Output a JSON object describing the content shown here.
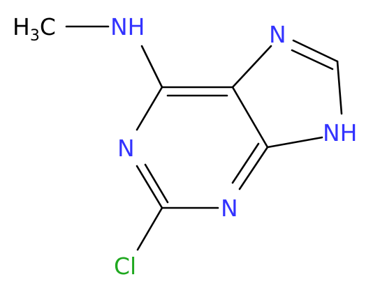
{
  "molecule": {
    "atoms": {
      "methyl": {
        "text": "H",
        "subscript": "3",
        "suffix": "C"
      },
      "nh_amine": "NH",
      "n7": "N",
      "nh9": "NH",
      "n1": "N",
      "n3": "N",
      "cl": "Cl"
    },
    "colors": {
      "bond": "#000000",
      "carbon": "#000000",
      "nitrogen": "#3333ff",
      "chlorine": "#1fa81f"
    }
  }
}
